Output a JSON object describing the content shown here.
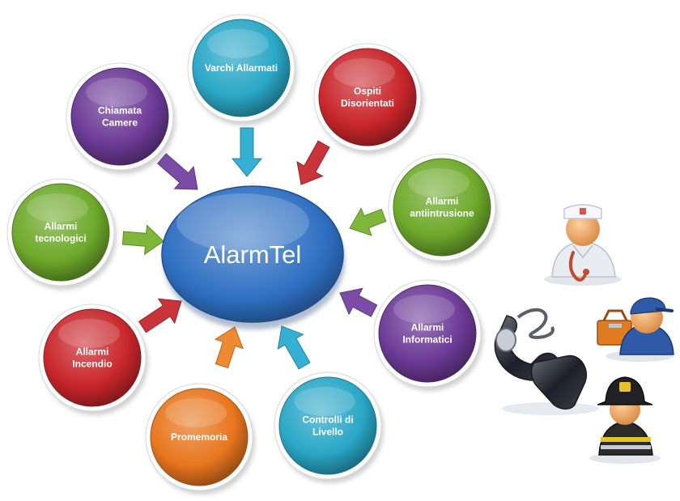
{
  "center": {
    "label": "AlarmTel",
    "color": "#2e6fc2"
  },
  "nodes": [
    {
      "id": "varchi-allarmati",
      "lines": [
        "Varchi Allarmati"
      ],
      "color": "#2aa7c7",
      "arrow_color": "#35b0d4"
    },
    {
      "id": "ospiti-disorientati",
      "lines": [
        "Ospiti",
        "Disorientati"
      ],
      "color": "#c8262b",
      "arrow_color": "#c8343a"
    },
    {
      "id": "allarmi-antiintrusione",
      "lines": [
        "Allarmi",
        "antiintrusione"
      ],
      "color": "#6ea92b",
      "arrow_color": "#7fb73a"
    },
    {
      "id": "allarmi-informatici",
      "lines": [
        "Allarmi",
        "Informatici"
      ],
      "color": "#6c3a96",
      "arrow_color": "#7a4ca6"
    },
    {
      "id": "controlli-di-livello",
      "lines": [
        "Controlli di",
        "Livello"
      ],
      "color": "#2aa7c7",
      "arrow_color": "#35b0d4"
    },
    {
      "id": "promemoria",
      "lines": [
        "Promemoria"
      ],
      "color": "#e8761e",
      "arrow_color": "#ef8a32"
    },
    {
      "id": "allarmi-incendio",
      "lines": [
        "Allarmi",
        "Incendio"
      ],
      "color": "#c8262b",
      "arrow_color": "#c8343a"
    },
    {
      "id": "allarmi-tecnologici",
      "lines": [
        "Allarmi",
        "tecnologici"
      ],
      "color": "#6ea92b",
      "arrow_color": "#7fb73a"
    },
    {
      "id": "chiamata-camere",
      "lines": [
        "Chiamata",
        "Camere"
      ],
      "color": "#6c3a96",
      "arrow_color": "#7a4ca6"
    }
  ],
  "icons": [
    "nurse-icon",
    "technician-icon",
    "telephone-handset-icon",
    "firefighter-icon"
  ]
}
